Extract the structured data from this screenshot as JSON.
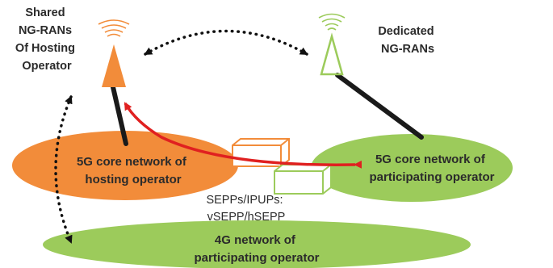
{
  "labels": {
    "shared_ran": [
      "Shared",
      "NG-RANs",
      "Of Hosting",
      "Operator"
    ],
    "dedicated_ran": [
      "Dedicated",
      "NG-RANs"
    ],
    "hosting_core": [
      "5G core network of",
      "hosting operator"
    ],
    "participating_core": [
      "5G core network of",
      "participating operator"
    ],
    "sepp": [
      "SEPPs/IPUPs:",
      "vSEPP/hSEPP"
    ],
    "network_4g": [
      "4G network of",
      "participating operator"
    ]
  },
  "colors": {
    "orange": "#f28c3a",
    "green": "#9ccb5b",
    "red": "#e02020",
    "black": "#1a1a1a",
    "text": "#2b2b2b"
  },
  "icons": {
    "shared_ran": "orange-antenna-icon",
    "dedicated_ran": "green-antenna-icon",
    "sepp_orange": "orange-box-icon",
    "sepp_green": "green-box-icon"
  }
}
